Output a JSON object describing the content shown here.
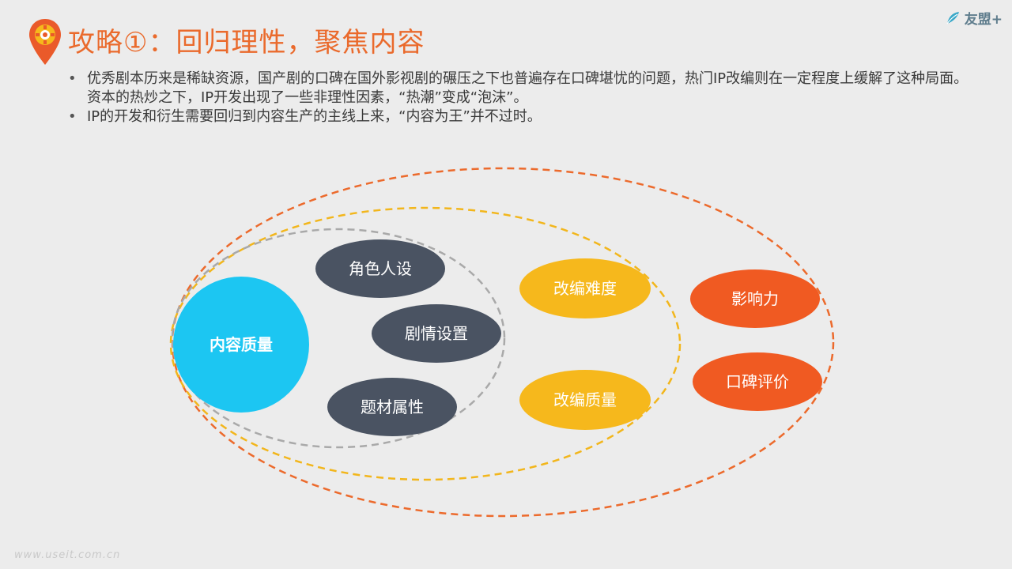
{
  "header": {
    "title": "攻略①：回归理性，聚焦内容",
    "brand_name": "友盟+",
    "pin_icon": "location-pin-gear-icon"
  },
  "bullets": [
    "优秀剧本历来是稀缺资源，国产剧的口碑在国外影视剧的碾压之下也普遍存在口碑堪忧的问题，热门IP改编则在一定程度上缓解了这种局面。资本的热炒之下，IP开发出现了一些非理性因素，“热潮”变成“泡沫”。",
    "IP的开发和衍生需要回归到内容生产的主线上来，“内容为王”并不过时。"
  ],
  "diagram": {
    "nodes": {
      "content_quality": "内容质量",
      "character": "角色人设",
      "plot": "剧情设置",
      "theme": "题材属性",
      "adapt_difficulty": "改编难度",
      "adapt_quality": "改编质量",
      "influence": "影响力",
      "reputation": "口碑评价"
    },
    "colors": {
      "inner_ring": "#a9a9a9",
      "middle_ring": "#f2b61c",
      "outer_ring": "#ec6a2c",
      "cyan": "#1cc6f2",
      "dark": "#4a5362",
      "yellow": "#f6b81c",
      "orange": "#f05a22"
    }
  },
  "footer": {
    "watermark": "www.useit.com.cn"
  }
}
